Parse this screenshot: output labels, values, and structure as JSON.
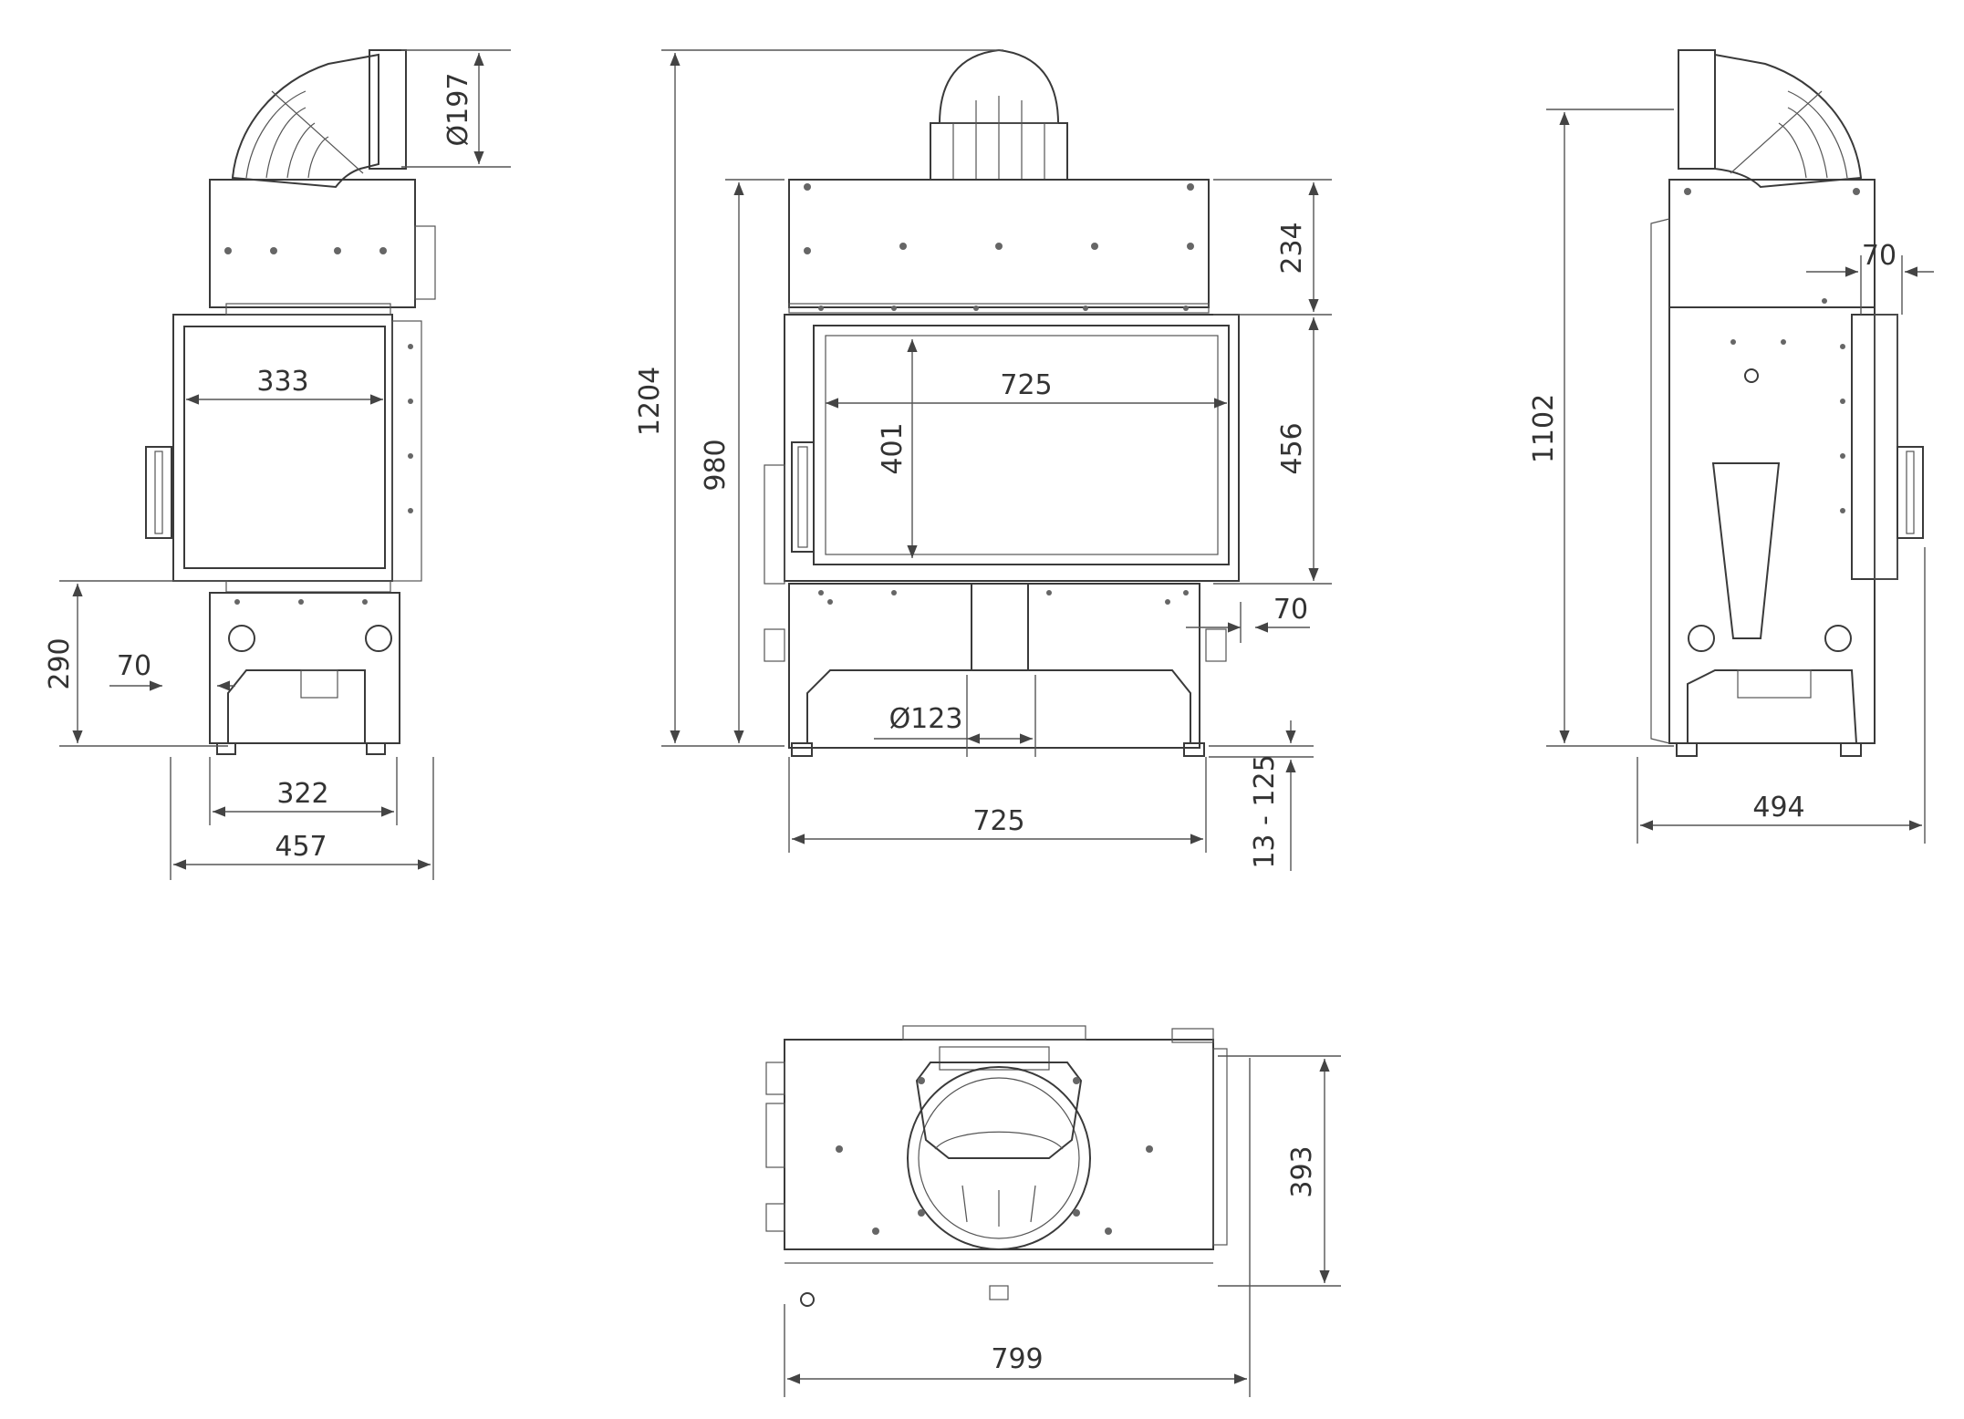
{
  "dimensions": {
    "left_view": {
      "flue_diameter": "Ø197",
      "glass_width": "333",
      "base_height": "290",
      "leg_offset": "70",
      "leg_span": "322",
      "overall_width": "457"
    },
    "front_view": {
      "overall_height": "1204",
      "body_height": "980",
      "top_panel_height": "234",
      "glass_height": "401",
      "glass_width": "725",
      "door_height": "456",
      "door_offset": "70",
      "air_inlet_diameter": "Ø123",
      "overall_width": "725",
      "adjustable_feet": "13 - 125"
    },
    "right_view": {
      "overall_height": "1102",
      "handle_offset": "70",
      "overall_depth": "494"
    },
    "top_view": {
      "depth": "393",
      "width": "799"
    }
  }
}
